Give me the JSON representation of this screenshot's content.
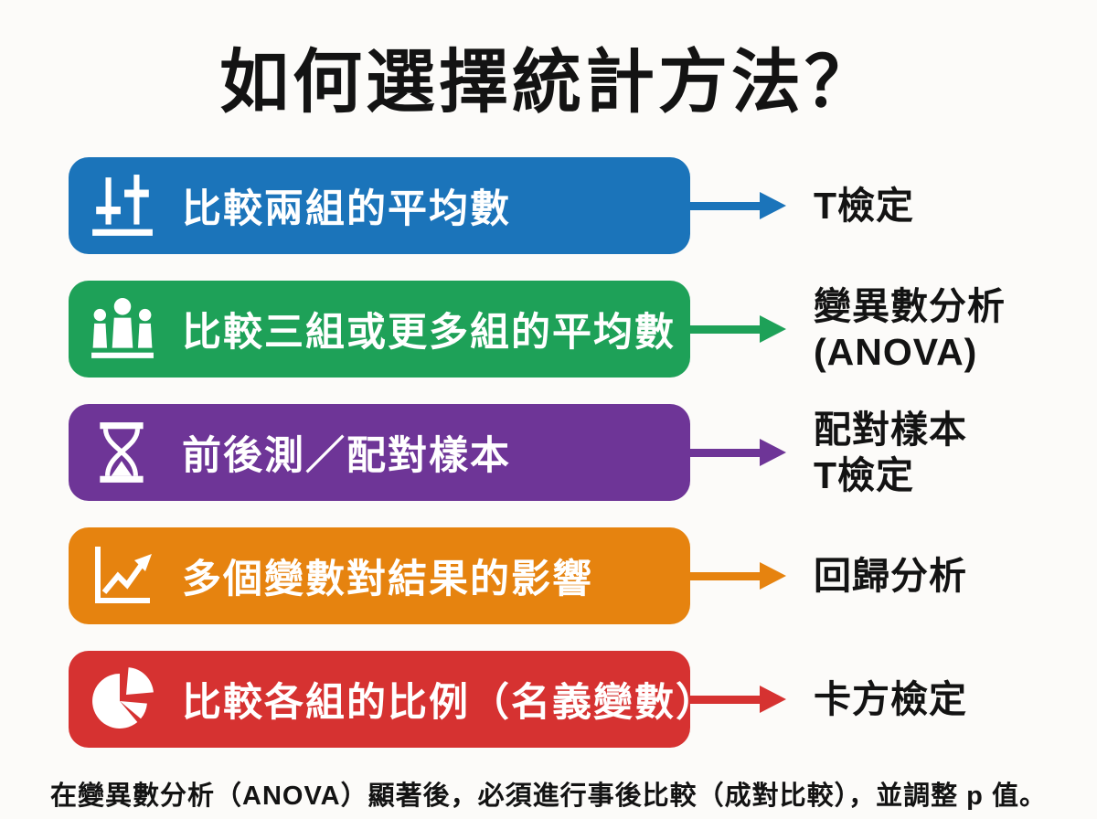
{
  "title": "如何選擇統計方法？",
  "rows": [
    {
      "icon": "sliders-icon",
      "label": "比較兩組的平均數",
      "result": "T檢定",
      "result_line2": "",
      "color": "#1b74ba"
    },
    {
      "icon": "people-icon",
      "label": "比較三組或更多組的平均數",
      "result": "變異數分析",
      "result_line2": "(ANOVA)",
      "color": "#1ea158"
    },
    {
      "icon": "hourglass-icon",
      "label": "前後測／配對樣本",
      "result": "配對樣本",
      "result_line2": "T檢定",
      "color": "#6e3597"
    },
    {
      "icon": "line-chart-icon",
      "label": "多個變數對結果的影響",
      "result": "回歸分析",
      "result_line2": "",
      "color": "#e6830f"
    },
    {
      "icon": "pie-chart-icon",
      "label": "比較各組的比例（名義變數）",
      "result": "卡方檢定",
      "result_line2": "",
      "color": "#d63231"
    }
  ],
  "footnote": "在變異數分析（ANOVA）顯著後，必須進行事後比較（成對比較），並調整 p 值。"
}
